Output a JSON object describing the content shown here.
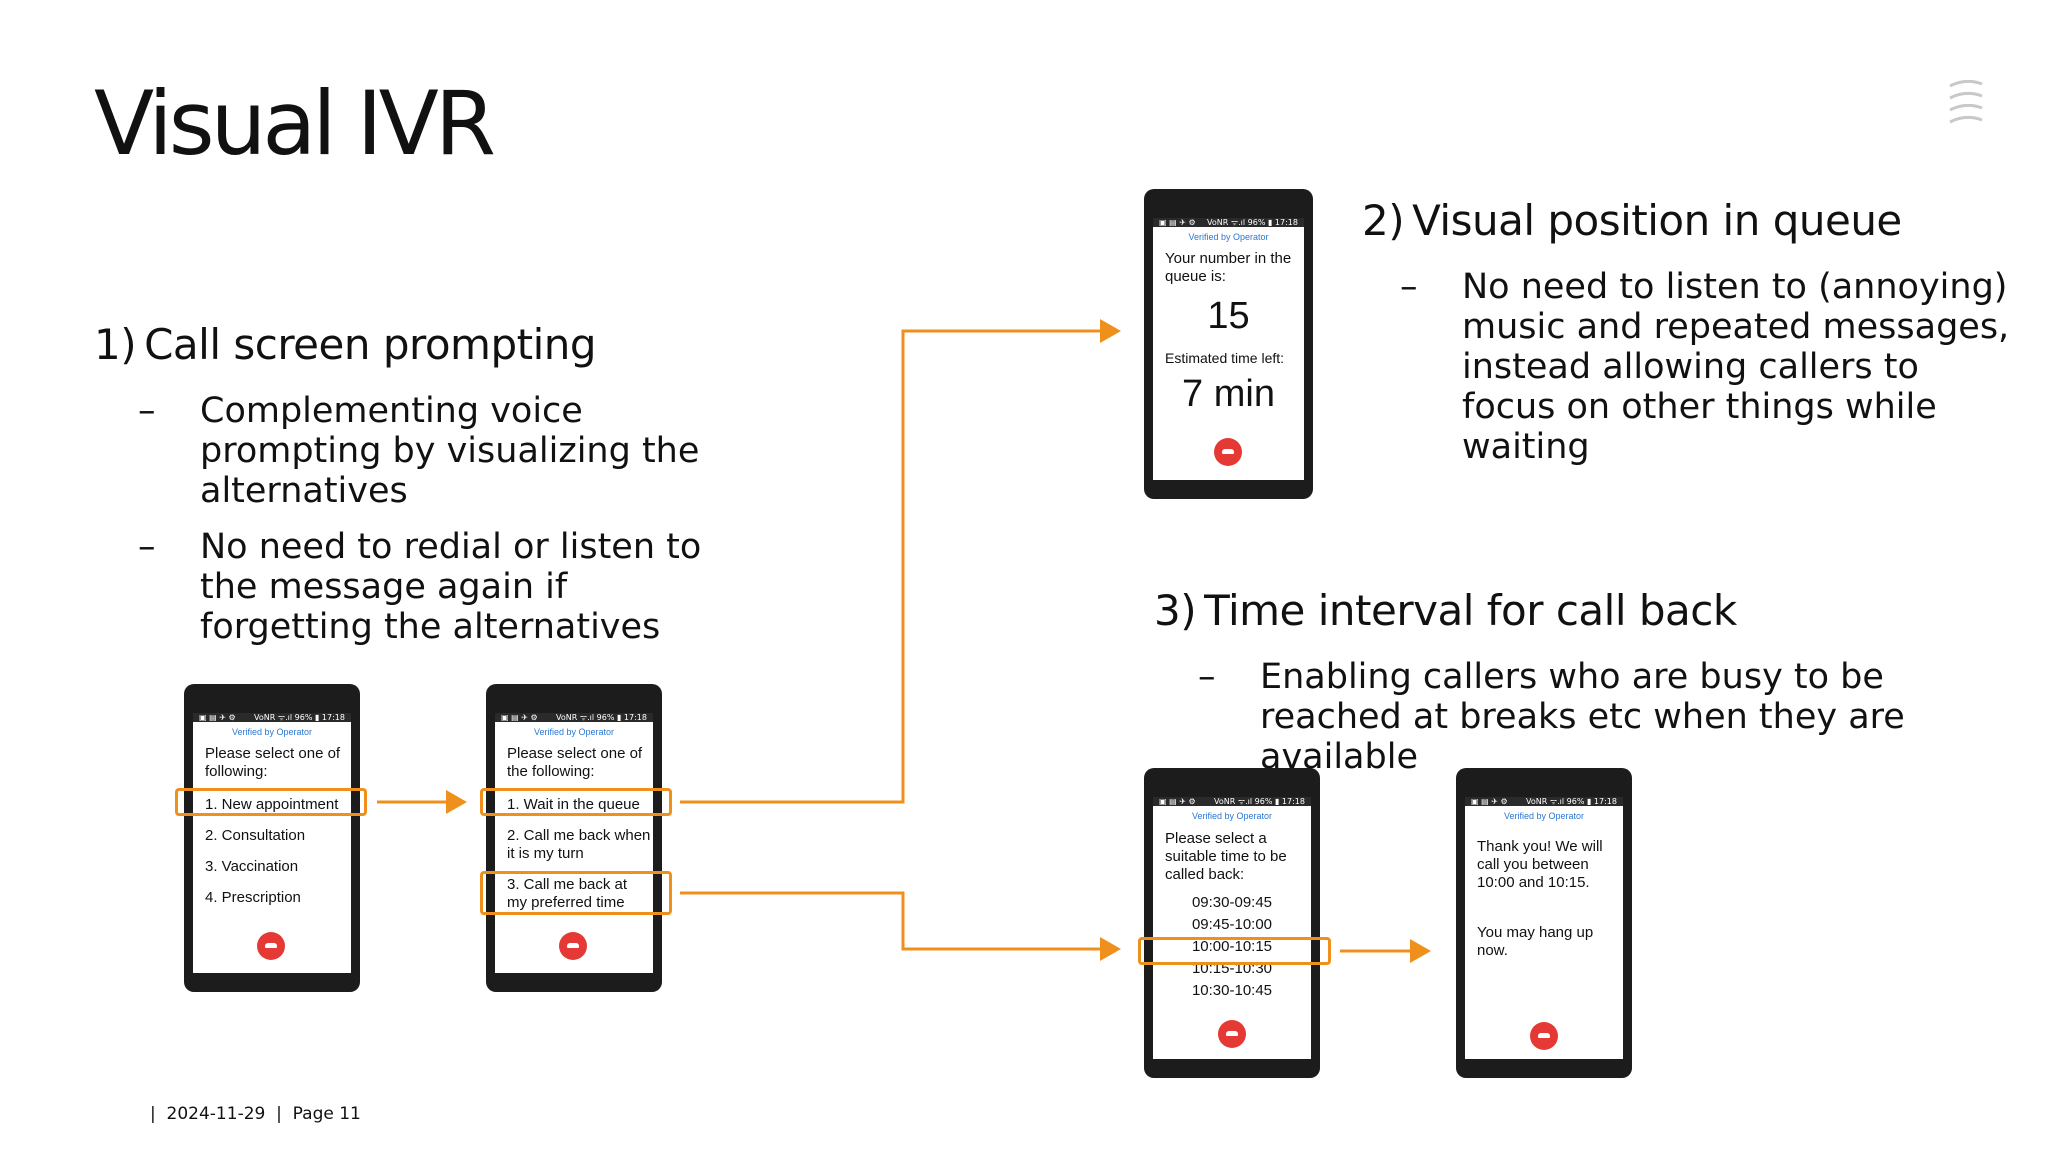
{
  "title": "Visual IVR",
  "accent_color": "#f0901c",
  "logo_icon": "brand-stripes-logo",
  "sections": {
    "s1": {
      "num": "1)",
      "heading": "Call screen prompting",
      "bullets": [
        "Complementing voice prompting by visualizing the alternatives",
        "No need to redial or listen to the message again if forgetting the alternatives"
      ]
    },
    "s2": {
      "num": "2)",
      "heading": "Visual position in queue",
      "bullets": [
        "No need to listen to (annoying) music and repeated messages, instead allowing callers to focus on other things while waiting"
      ]
    },
    "s3": {
      "num": "3)",
      "heading": "Time interval for call back",
      "bullets": [
        "Enabling callers who are busy to be reached at breaks etc when they are available"
      ]
    }
  },
  "dash": "–",
  "phones": {
    "status_left": "▣ ▤ ✈ ⚙",
    "status_right": "VoNR ᯤ.ıl 96% ▮ 17:18",
    "verified": "Verified by Operator",
    "p1": {
      "prompt": "Please select one of following:",
      "options": [
        "1. New appointment",
        "2. Consultation",
        "3. Vaccination",
        "4. Prescription"
      ]
    },
    "p2": {
      "prompt": "Please select one of the following:",
      "options": [
        "1. Wait in the queue",
        "2. Call me back when it is my turn",
        "3. Call me back at my preferred time"
      ]
    },
    "p3": {
      "line1": "Your number in the queue is:",
      "number": "15",
      "line2": "Estimated time left:",
      "time": "7 min"
    },
    "p4": {
      "prompt": "Please select a suitable time to be called back:",
      "slots": [
        "09:30-09:45",
        "09:45-10:00",
        "10:00-10:15",
        "10:15-10:30",
        "10:30-10:45"
      ]
    },
    "p5": {
      "msg1": "Thank you! We will call you between 10:00 and 10:15.",
      "msg2": "You may hang up now."
    }
  },
  "footer": "|  2024-11-29  |  Page 11"
}
